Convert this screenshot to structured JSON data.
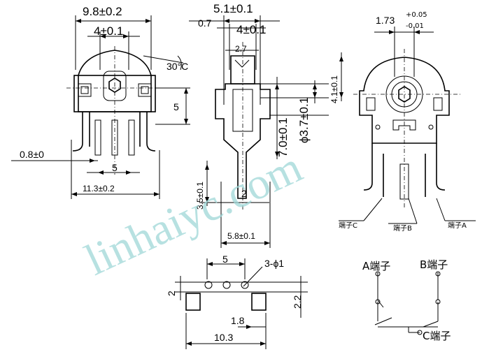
{
  "dimensions": {
    "top_width": "9.8±0.2",
    "shaft_width": "4±0.1",
    "angle": "30°C",
    "pitch_right": "5",
    "lead_width": "0.8±0",
    "lead_pitch": "5",
    "body_width": "11.3±0.2",
    "side_top": "5.1±0.1",
    "side_offset": "0.7",
    "side_inner": "4±0.1",
    "side_small": "2.7",
    "shaft_dia": "ϕ3.7±0.1",
    "height_7": "7.0±0.1",
    "height_35": "3.5±0.1",
    "gap_2": "2",
    "depth_58": "5.8±0.1",
    "right_shaft": "1.73",
    "tol_plus": "+0.05",
    "tol_minus": "-0.01",
    "right_height": "4.1±0.1",
    "pcb_pitch": "5",
    "holes": "3-ϕ1",
    "pcb_2": "2",
    "pcb_22": "2.2",
    "pcb_18": "1.8",
    "pcb_103": "10.3"
  },
  "terminals": {
    "c_small": "端子C",
    "b_small": "端子B",
    "a_small": "端子A",
    "a_label": "A端子",
    "b_label": "B端子",
    "c_label": "C端子"
  },
  "watermark": "linhaiyc.com"
}
